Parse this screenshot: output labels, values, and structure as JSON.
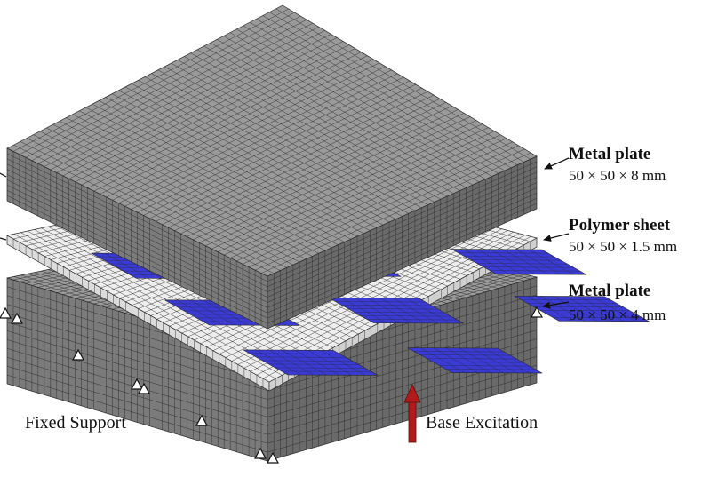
{
  "layers": [
    {
      "title": "Metal plate",
      "dimensions": "50 × 50 × 8 mm"
    },
    {
      "title": "Polymer sheet",
      "dimensions": "50 × 50 × 1.5 mm"
    },
    {
      "title": "Metal plate",
      "dimensions": "50 × 50 × 4 mm"
    }
  ],
  "annotations": {
    "fixed_support": "Fixed Support",
    "base_excitation": "Base Excitation"
  },
  "colors": {
    "metal_top": "#9a9a9a",
    "metal_left": "#7b7b7b",
    "metal_right": "#6a6a6a",
    "mesh_line": "#2a2a2a",
    "polymer": "#eeeeee",
    "inclusion": "#3a3ad6",
    "arrow": "#b01c1c"
  },
  "icons": [
    "support-triangle-icon",
    "excitation-arrow-icon",
    "leader-arrow-icon"
  ]
}
